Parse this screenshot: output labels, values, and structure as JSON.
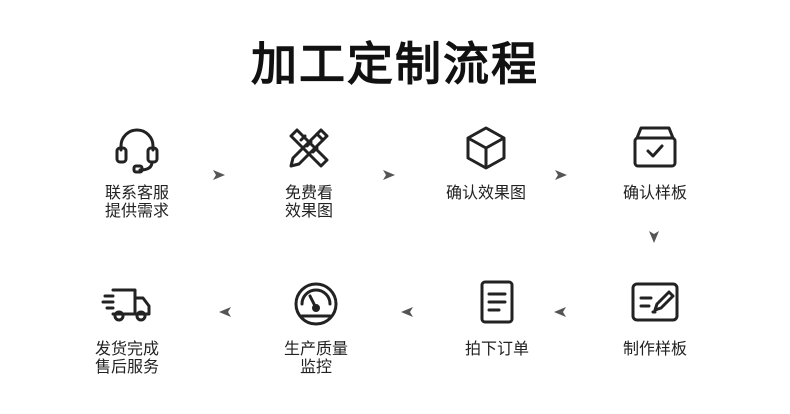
{
  "title": "加工定制流程",
  "steps": [
    {
      "icon": "headset-icon",
      "label": "联系客服\n提供需求"
    },
    {
      "icon": "pencil-ruler-icon",
      "label": "免费看\n效果图"
    },
    {
      "icon": "cube-icon",
      "label": "确认效果图"
    },
    {
      "icon": "box-check-icon",
      "label": "确认样板"
    },
    {
      "icon": "edit-board-icon",
      "label": "制作样板"
    },
    {
      "icon": "document-icon",
      "label": "拍下订单"
    },
    {
      "icon": "gauge-icon",
      "label": "生产质量\n监控"
    },
    {
      "icon": "delivery-truck-icon",
      "label": "发货完成\n售后服务"
    }
  ],
  "colors": {
    "icon": "#222222",
    "arrow": "#555555"
  }
}
